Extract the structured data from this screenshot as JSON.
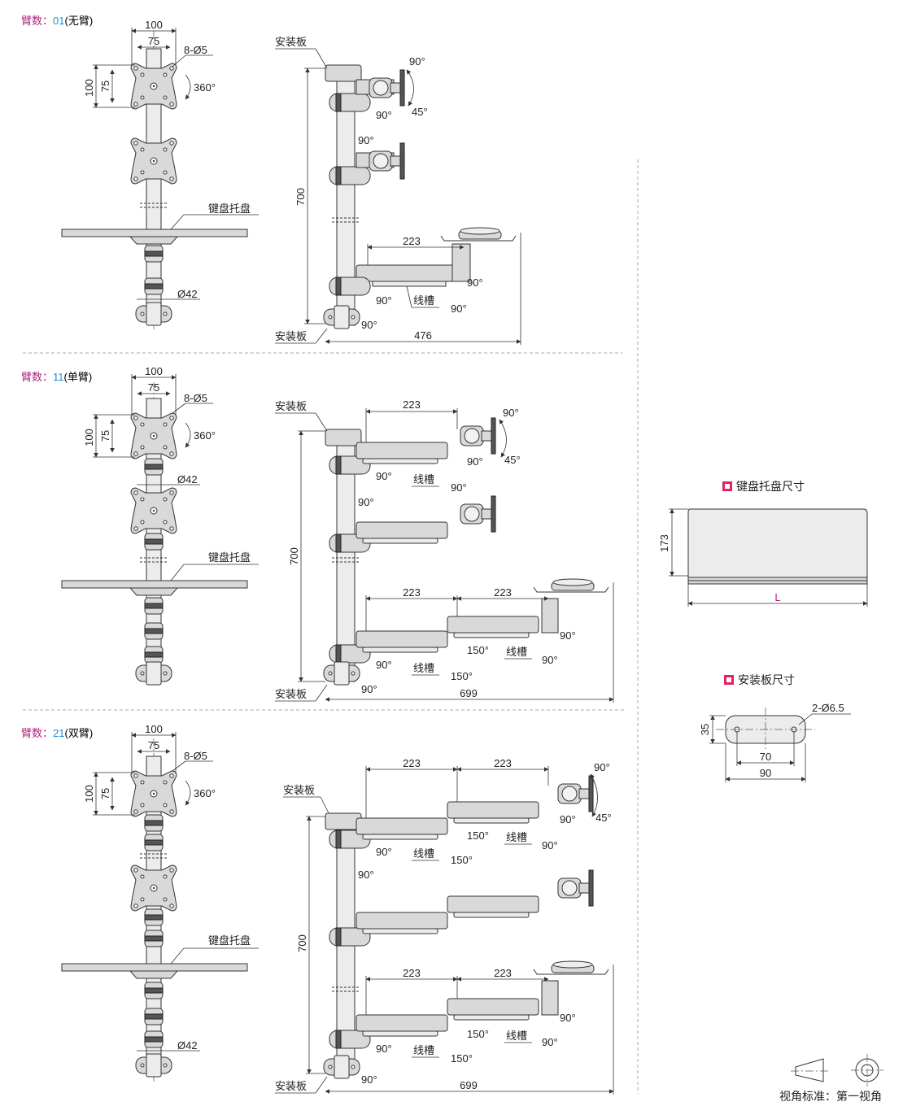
{
  "sections": [
    {
      "key": "臂数：",
      "code": "01",
      "desc": "(无臂)"
    },
    {
      "key": "臂数：",
      "code": "11",
      "desc": "(单臂)"
    },
    {
      "key": "臂数：",
      "code": "21",
      "desc": "(双臂)"
    }
  ],
  "labels": {
    "dim_100": "100",
    "dim_75": "75",
    "holes": "8-Ø5",
    "rot_360": "360°",
    "pole_dia": "Ø42",
    "keyboard_tray": "键盘托盘",
    "mount_plate": "安装板",
    "height_700": "700",
    "arm_223": "223",
    "ang_90": "90°",
    "ang_45": "45°",
    "ang_150": "150°",
    "cable_slot": "线槽",
    "width_476": "476",
    "width_699": "699"
  },
  "tray_panel": {
    "title": "键盘托盘尺寸",
    "height": "173",
    "length": "L"
  },
  "plate_panel": {
    "title": "安装板尺寸",
    "holes": "2-Ø6.5",
    "height": "35",
    "pitch": "70",
    "width": "90"
  },
  "view_standard": {
    "label": "视角标准：",
    "value": "第一视角"
  },
  "colors": {
    "label_key": "#b0207a",
    "label_code": "#1a8fd0",
    "badge": "#e0245e"
  }
}
